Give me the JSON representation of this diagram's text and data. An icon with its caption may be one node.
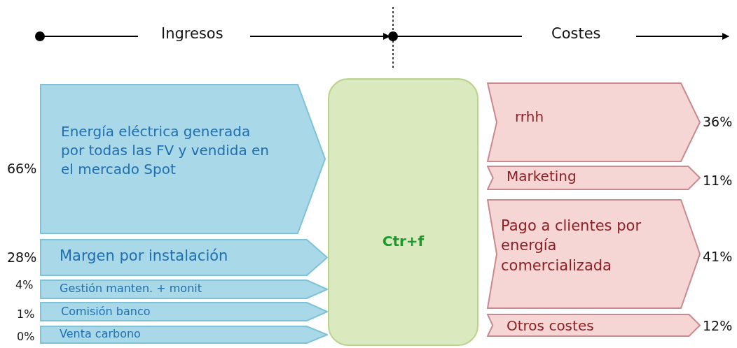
{
  "diagram": {
    "nodes": [
      {
        "text": [
          "Energía eléctrica generada por todas las FV y vendida en el mercado Spot"
        ],
        "beside": [
          "66%"
        ]
      },
      {
        "text": [
          "Margen por instalación"
        ],
        "beside": [
          "28%"
        ]
      },
      {
        "text": [
          "Gestión manten. + monit"
        ],
        "beside": [
          "4%"
        ]
      },
      {
        "text": [
          "Comisión banco"
        ],
        "beside": [
          "1%"
        ]
      },
      {
        "text": [
          "Venta carbono"
        ],
        "beside": [
          "0%"
        ]
      },
      {
        "text": [
          "Ctr+f"
        ]
      },
      {
        "text": [
          "rrhh"
        ],
        "beside": [
          "36%"
        ]
      },
      {
        "text": [
          "Marketing"
        ],
        "beside": [
          "11%"
        ]
      },
      {
        "text": [
          "Pago a clientes por energía comercializada"
        ],
        "beside": [
          "41%"
        ]
      },
      {
        "text": [
          "Otros costes"
        ],
        "beside": [
          "12%"
        ]
      }
    ],
    "labels": [
      "Ingresos",
      "Costes"
    ]
  }
}
